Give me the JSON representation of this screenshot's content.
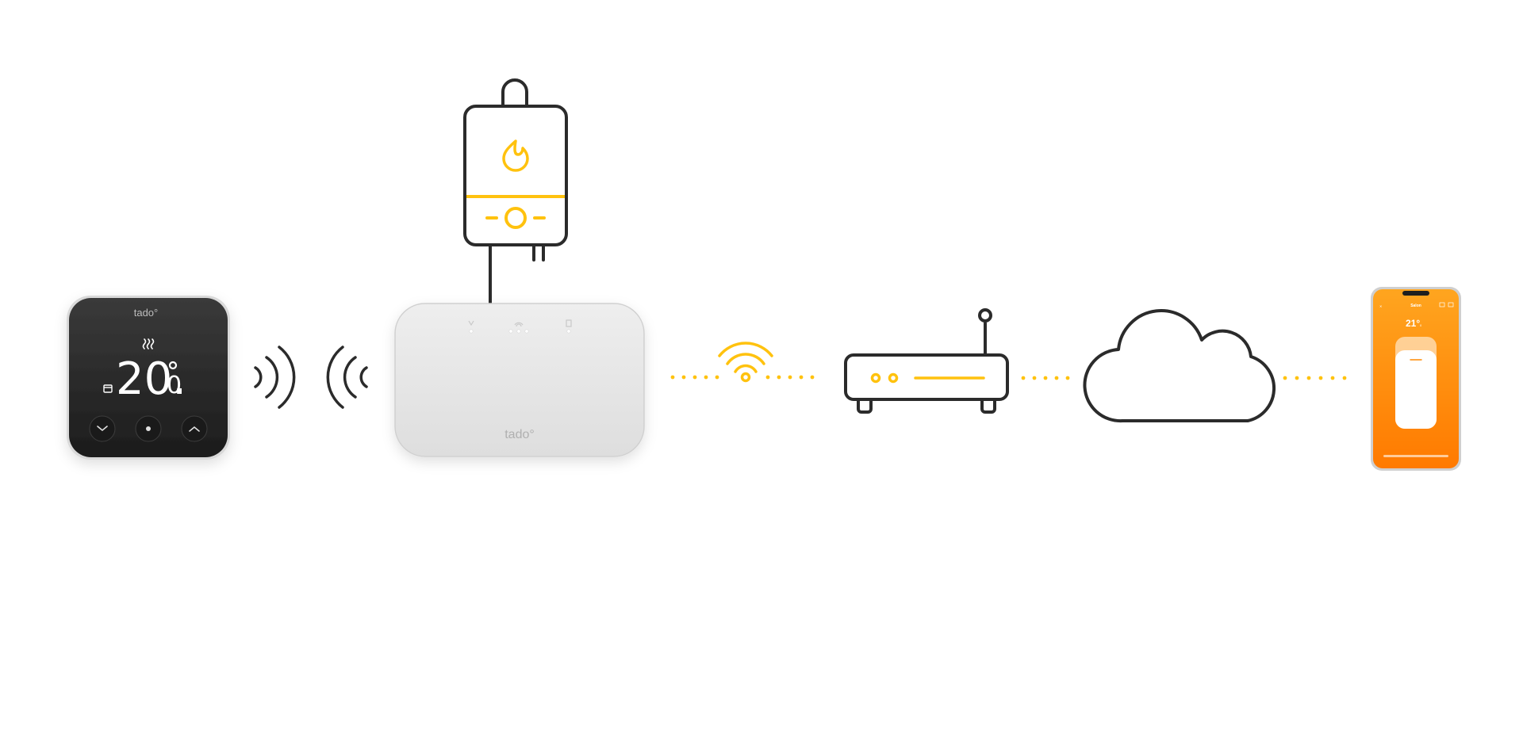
{
  "colors": {
    "accent_yellow": "#FFC20E",
    "outline_dark": "#2b2b2b",
    "thermostat_body": "#2a2a2a",
    "bridge_body": "#e6e6e6",
    "phone_orange": "#FF8A00"
  },
  "thermostat": {
    "brand": "tado°",
    "temperature": "20.",
    "temperature_decimal": "0"
  },
  "bridge": {
    "brand": "tado°"
  },
  "phone": {
    "app_title": "Salon",
    "temperature": "21°",
    "temperature_decimal": "0"
  },
  "icons": [
    "flame-icon",
    "boiler-icon",
    "wifi-icon",
    "router-icon",
    "cloud-icon",
    "signal-waves-icon",
    "smartphone-icon"
  ]
}
